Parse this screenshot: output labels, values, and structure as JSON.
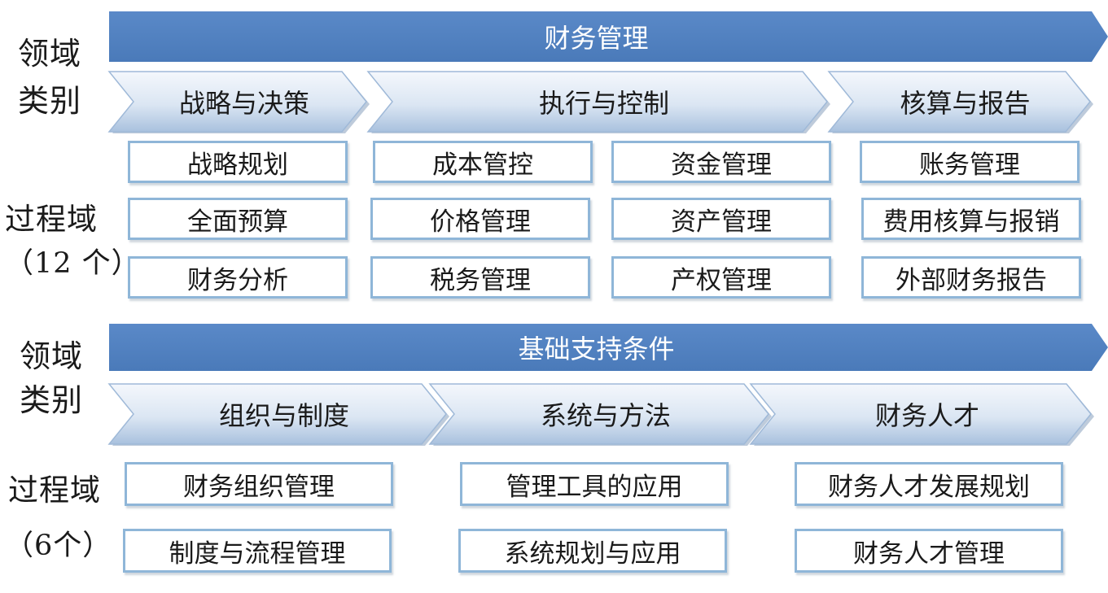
{
  "top": {
    "side_labels": {
      "category": "领域\n类别",
      "process": "过程域\n（12 个）"
    },
    "banner": "财务管理",
    "chevrons": [
      "战略与决策",
      "执行与控制",
      "核算与报告"
    ],
    "boxes": {
      "col1": [
        "战略规划",
        "全面预算",
        "财务分析"
      ],
      "col2": [
        "成本管控",
        "价格管理",
        "税务管理"
      ],
      "col3": [
        "资金管理",
        "资产管理",
        "产权管理"
      ],
      "col4": [
        "账务管理",
        "费用核算与报销",
        "外部财务报告"
      ]
    }
  },
  "bottom": {
    "side_labels": {
      "category": "领域\n类别",
      "process": "过程域\n（6个）"
    },
    "banner": "基础支持条件",
    "chevrons": [
      "组织与制度",
      "系统与方法",
      "财务人才"
    ],
    "boxes": {
      "col1": [
        "财务组织管理",
        "制度与流程管理"
      ],
      "col2": [
        "管理工具的应用",
        "系统规划与应用"
      ],
      "col3": [
        "财务人才发展规划",
        "财务人才管理"
      ]
    }
  },
  "colors": {
    "banner": "#4f7fbe",
    "box_border": "#8fb6d8",
    "chevron_light": "#eef3fa",
    "chevron_dark": "#a9c1de"
  }
}
